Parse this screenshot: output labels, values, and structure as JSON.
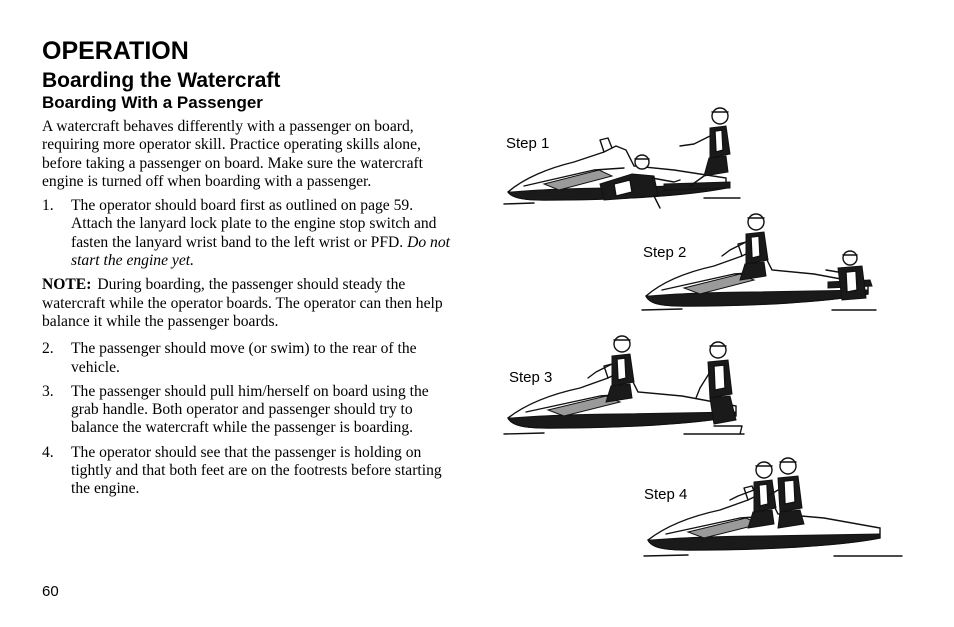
{
  "section_title": "OPERATION",
  "subsection_title": "Boarding the Watercraft",
  "sub_subsection_title": "Boarding With a Passenger",
  "intro": "A watercraft behaves differently with a passenger on board, requiring more operator skill. Practice operating skills alone, before taking a passenger on board. Make sure the watercraft engine is turned off when boarding with a passenger.",
  "step1": {
    "number": "1.",
    "text": "The operator should board first as outlined on page 59. Attach the lanyard lock plate to the engine stop switch and fasten the lanyard wrist band to the left wrist or PFD.",
    "emphasis": "Do not start the engine yet."
  },
  "note": {
    "label": "NOTE:",
    "text": "During boarding, the passenger should steady the watercraft while the operator boards. The operator can then help balance it while the passenger boards."
  },
  "step2": {
    "number": "2.",
    "text": "The passenger should move (or swim) to the rear of the vehicle."
  },
  "step3": {
    "number": "3.",
    "text": "The passenger should pull him/herself on board using the grab handle. Both operator and passenger should try to balance the watercraft while the passenger is boarding."
  },
  "step4": {
    "number": "4.",
    "text": "The operator should see that the passenger is holding on tightly and that both feet are on the footrests before starting the engine."
  },
  "figure_labels": [
    "Step 1",
    "Step 2",
    "Step 3",
    "Step 4"
  ],
  "page_number": "60"
}
